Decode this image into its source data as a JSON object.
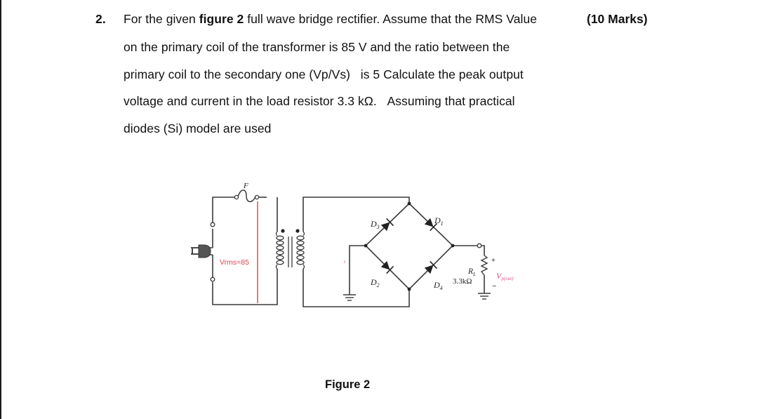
{
  "question": {
    "number": "2.",
    "marks": "(10 Marks)",
    "lines": [
      {
        "parts": [
          {
            "text": "For the given ",
            "bold": false
          },
          {
            "text": "figure 2",
            "bold": true
          },
          {
            "text": " full wave bridge rectifier. Assume that the RMS Value",
            "bold": false
          }
        ]
      },
      {
        "text": "on the primary coil of the transformer is 85 V and the ratio between the"
      },
      {
        "text": "primary coil to the secondary one (Vp/Vs)   is 5 Calculate the peak output"
      },
      {
        "text": "voltage and current in the load resistor 3.3 kΩ.   Assuming that practical"
      },
      {
        "text": "diodes (Si) model are used"
      }
    ]
  },
  "figure": {
    "caption": "Figure 2",
    "labels": {
      "fuse": "F",
      "vrms": "Vrms=85",
      "d1": "D",
      "d1_sub": "1",
      "d2": "D",
      "d2_sub": "2",
      "d3": "D",
      "d3_sub": "3",
      "d4": "D",
      "d4_sub": "4",
      "rl": "R",
      "rl_sub": "L",
      "rl_value": "3.3kΩ",
      "vout": "V",
      "vout_sub": "p(out)",
      "plus": "+",
      "minus": "−"
    },
    "colors": {
      "wire": "#3a3a3a",
      "annotation_red": "#d9434f",
      "vout_pink": "#e0508a"
    }
  }
}
